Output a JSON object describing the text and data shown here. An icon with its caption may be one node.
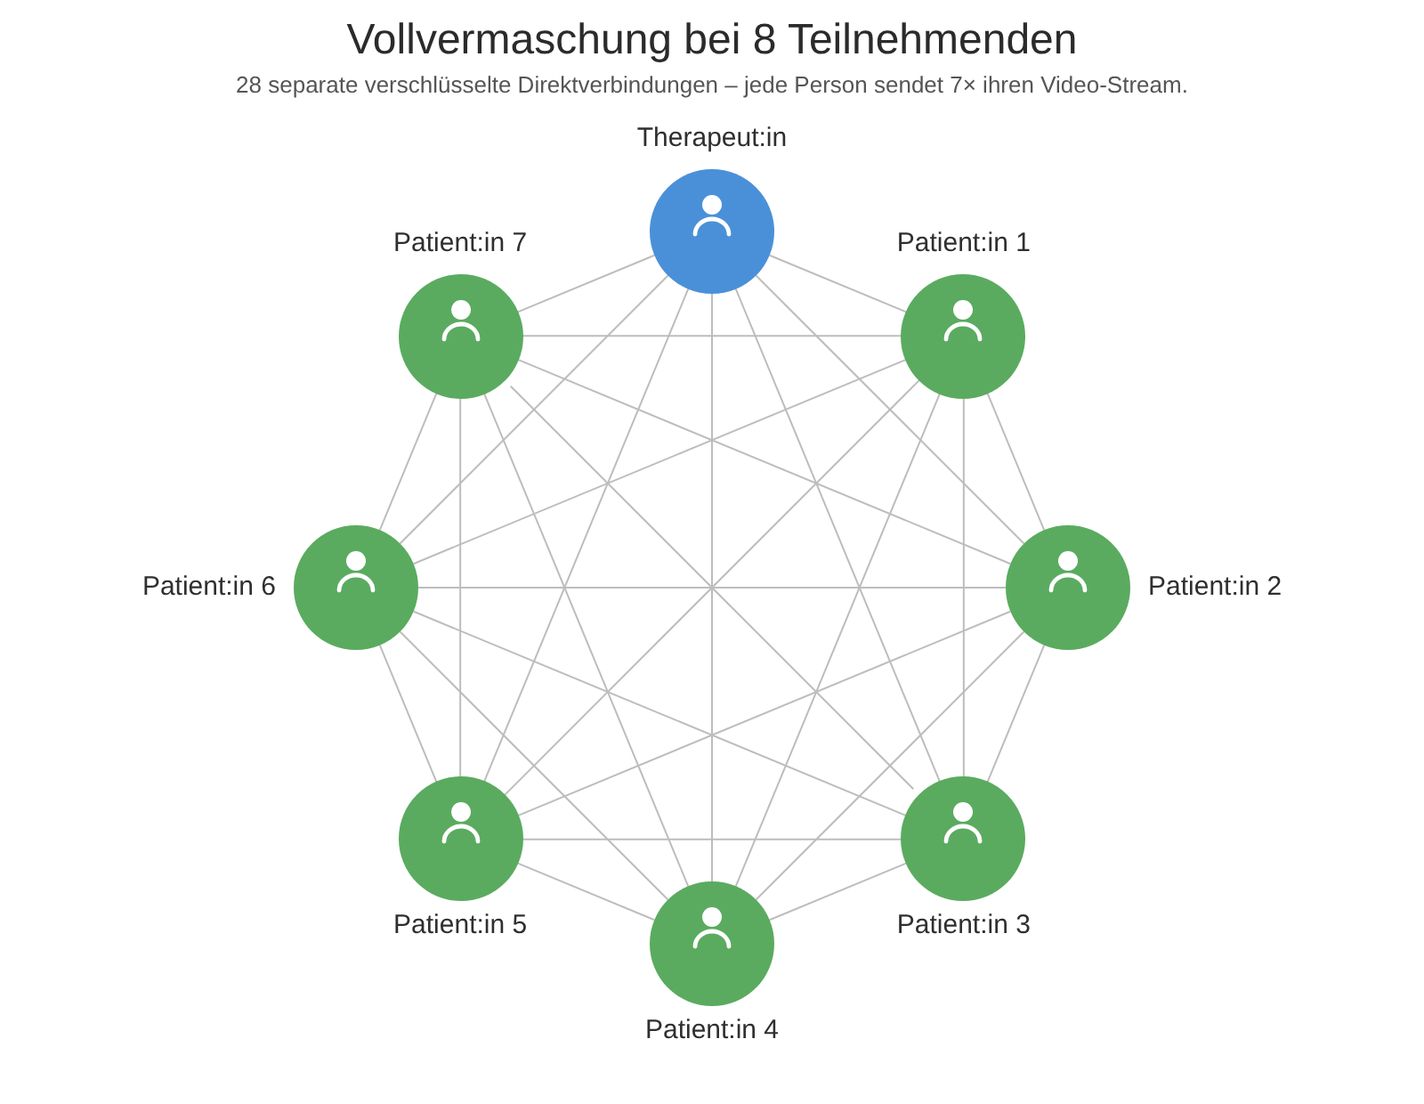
{
  "diagram": {
    "title": "Vollvermaschung bei 8 Teilnehmenden",
    "caption": "28 separate verschlüsselte Direktverbindungen – jede Person sendet 7× ihren Video-Stream.",
    "nodes": [
      {
        "text": [
          "Therapeut:in"
        ]
      },
      {
        "text": [
          "Patient:in 1"
        ]
      },
      {
        "text": [
          "Patient:in 2"
        ]
      },
      {
        "text": [
          "Patient:in 3"
        ]
      },
      {
        "text": [
          "Patient:in 4"
        ]
      },
      {
        "text": [
          "Patient:in 5"
        ]
      },
      {
        "text": [
          "Patient:in 6"
        ]
      },
      {
        "text": [
          "Patient:in 7"
        ]
      }
    ],
    "edges": [
      {
        "from": 0,
        "to": 1,
        "arrow": "none"
      },
      {
        "from": 0,
        "to": 2,
        "arrow": "none"
      },
      {
        "from": 0,
        "to": 3,
        "arrow": "none"
      },
      {
        "from": 0,
        "to": 4,
        "arrow": "none"
      },
      {
        "from": 0,
        "to": 5,
        "arrow": "none"
      },
      {
        "from": 0,
        "to": 6,
        "arrow": "none"
      },
      {
        "from": 0,
        "to": 7,
        "arrow": "none"
      },
      {
        "from": 1,
        "to": 2,
        "arrow": "none"
      },
      {
        "from": 1,
        "to": 3,
        "arrow": "none"
      },
      {
        "from": 1,
        "to": 4,
        "arrow": "none"
      },
      {
        "from": 1,
        "to": 5,
        "arrow": "none"
      },
      {
        "from": 1,
        "to": 6,
        "arrow": "none"
      },
      {
        "from": 1,
        "to": 7,
        "arrow": "none"
      },
      {
        "from": 2,
        "to": 3,
        "arrow": "none"
      },
      {
        "from": 2,
        "to": 4,
        "arrow": "none"
      },
      {
        "from": 2,
        "to": 5,
        "arrow": "none"
      },
      {
        "from": 2,
        "to": 6,
        "arrow": "none"
      },
      {
        "from": 2,
        "to": 7,
        "arrow": "none"
      },
      {
        "from": 3,
        "to": 4,
        "arrow": "none"
      },
      {
        "from": 3,
        "to": 5,
        "arrow": "none"
      },
      {
        "from": 3,
        "to": 6,
        "arrow": "none"
      },
      {
        "from": 3,
        "to": 7,
        "arrow": "none"
      },
      {
        "from": 4,
        "to": 5,
        "arrow": "none"
      },
      {
        "from": 4,
        "to": 6,
        "arrow": "none"
      },
      {
        "from": 4,
        "to": 7,
        "arrow": "none"
      },
      {
        "from": 5,
        "to": 6,
        "arrow": "none"
      },
      {
        "from": 5,
        "to": 7,
        "arrow": "none"
      },
      {
        "from": 6,
        "to": 7,
        "arrow": "none"
      }
    ]
  }
}
